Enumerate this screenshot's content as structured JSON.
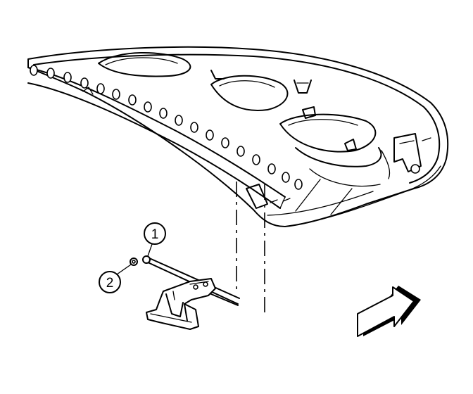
{
  "diagram": {
    "callouts": [
      {
        "id": "callout-1",
        "label": "1"
      },
      {
        "id": "callout-2",
        "label": "2"
      }
    ],
    "colors": {
      "line": "#000000",
      "background": "#ffffff"
    },
    "icons": {
      "direction": "front-arrow-icon"
    }
  }
}
